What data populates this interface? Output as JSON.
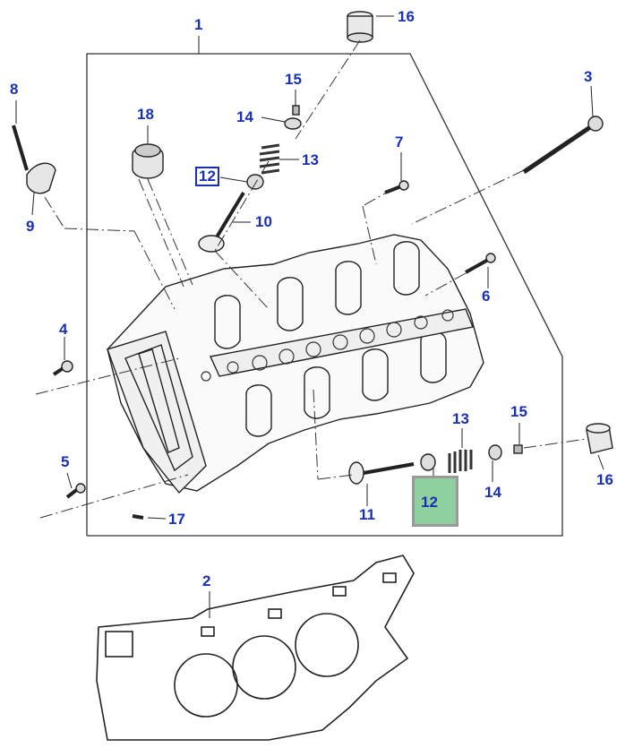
{
  "diagram": {
    "labels": {
      "l1": "1",
      "l2": "2",
      "l3": "3",
      "l4": "4",
      "l5": "5",
      "l6": "6",
      "l7": "7",
      "l8": "8",
      "l9": "9",
      "l10": "10",
      "l11": "11",
      "l12_top": "12",
      "l12_bottom": "12",
      "l13_top": "13",
      "l13_bottom": "13",
      "l14_top": "14",
      "l14_bottom": "14",
      "l15_top": "15",
      "l15_bottom": "15",
      "l16_top": "16",
      "l16_bottom": "16",
      "l17": "17",
      "l18": "18"
    },
    "highlight_color": "#8fd19e",
    "label_color": "#1a30b4"
  }
}
